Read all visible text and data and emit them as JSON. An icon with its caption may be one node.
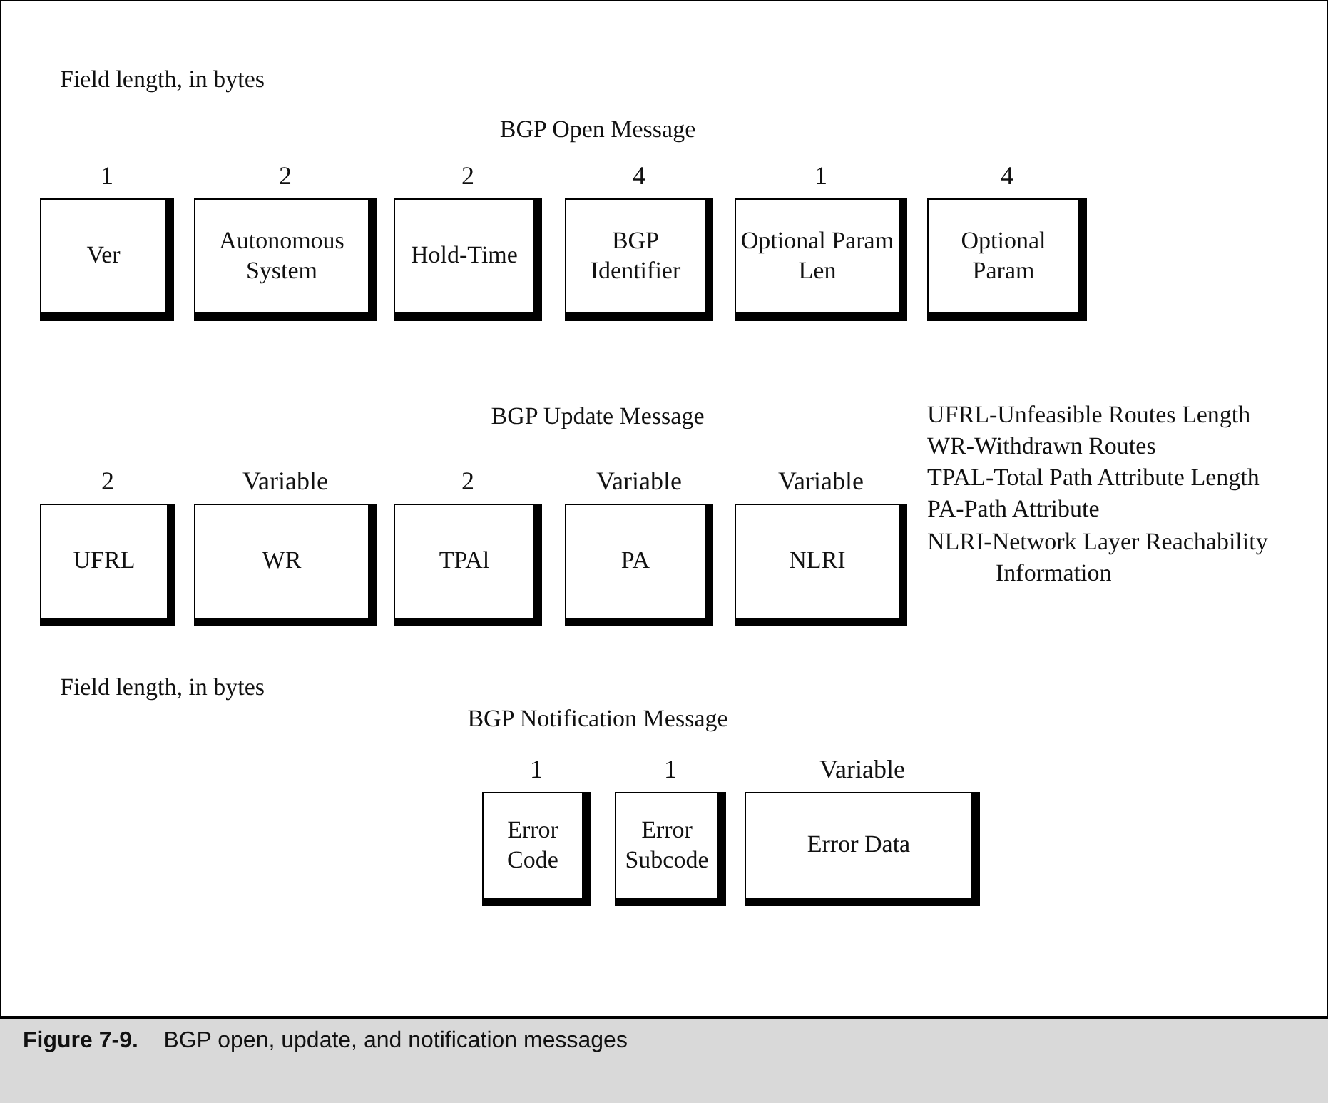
{
  "diagram": {
    "caption": "**Figure 7-9.**    BGP open, update, and notification messages",
    "nodes": [
      {
        "text": [
          "Ver"
        ],
        "beside": [
          "1"
        ]
      },
      {
        "text": [
          "Autonomous System"
        ],
        "beside": [
          "2"
        ]
      },
      {
        "text": [
          "Hold-Time"
        ],
        "beside": [
          "2"
        ]
      },
      {
        "text": [
          "BGP Identifier"
        ],
        "beside": [
          "4"
        ]
      },
      {
        "text": [
          "Optional Param Len"
        ],
        "beside": [
          "1"
        ]
      },
      {
        "text": [
          "Optional Param"
        ],
        "beside": [
          "4"
        ]
      },
      {
        "text": [
          "UFRL"
        ],
        "beside": [
          "2"
        ]
      },
      {
        "text": [
          "WR"
        ],
        "beside": [
          "Variable"
        ]
      },
      {
        "text": [
          "TPAl"
        ],
        "beside": [
          "2"
        ]
      },
      {
        "text": [
          "PA"
        ],
        "beside": [
          "Variable"
        ]
      },
      {
        "text": [
          "NLRI"
        ],
        "beside": [
          "Variable"
        ]
      },
      {
        "text": [
          "Error Code"
        ],
        "beside": [
          "1"
        ]
      },
      {
        "text": [
          "Error Subcode"
        ],
        "beside": [
          "1"
        ]
      },
      {
        "text": [
          "Error Data"
        ],
        "beside": [
          "Variable"
        ]
      }
    ],
    "labels": [
      "Field length, in bytes",
      "BGP Open Message",
      "BGP Update Message",
      "UFRL-Unfeasible Routes Length",
      "WR-Withdrawn Routes",
      "TPAL-Total Path Attribute Length",
      "PA-Path Attribute",
      "NLRI-Network Layer Reachability Information",
      "Field length, in bytes",
      "BGP Notification Message"
    ]
  }
}
